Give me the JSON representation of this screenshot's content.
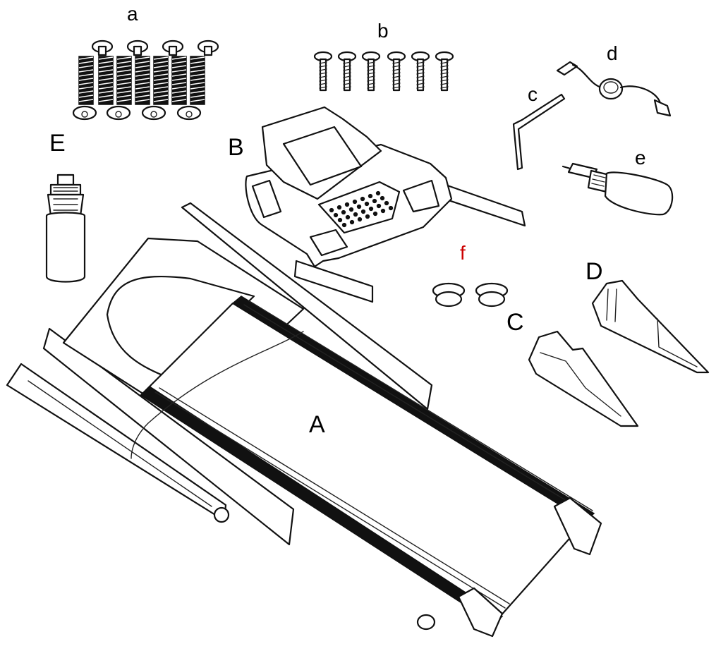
{
  "labels": {
    "a": "a",
    "b": "b",
    "c": "c",
    "d": "d",
    "e": "e",
    "f": "f",
    "A": "A",
    "B": "B",
    "C": "C",
    "D": "D",
    "E": "E"
  },
  "colors": {
    "line": "#111111",
    "highlight_label": "#cc0000",
    "background": "#ffffff"
  }
}
